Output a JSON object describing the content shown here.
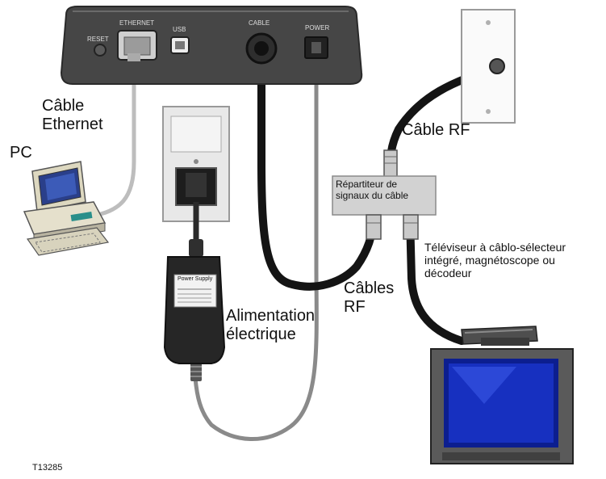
{
  "device": {
    "port_reset": "RESET",
    "port_ethernet": "ETHERNET",
    "port_usb": "USB",
    "port_cable": "CABLE",
    "port_power": "POWER"
  },
  "labels": {
    "ethernet_cable": [
      "Câble",
      "Ethernet"
    ],
    "pc": "PC",
    "rf_cable": "Câble RF",
    "splitter": [
      "Répartiteur de",
      "signaux du câble"
    ],
    "tv": [
      "Téléviseur à câblo-sélecteur",
      "intégré, magnétoscope ou",
      "décodeur"
    ],
    "rf_cables": [
      "Câbles",
      "RF"
    ],
    "power_supply": [
      "Alimentation",
      "électrique"
    ],
    "power_supply_sticker": "Power Supply",
    "figure_id": "T13285"
  }
}
